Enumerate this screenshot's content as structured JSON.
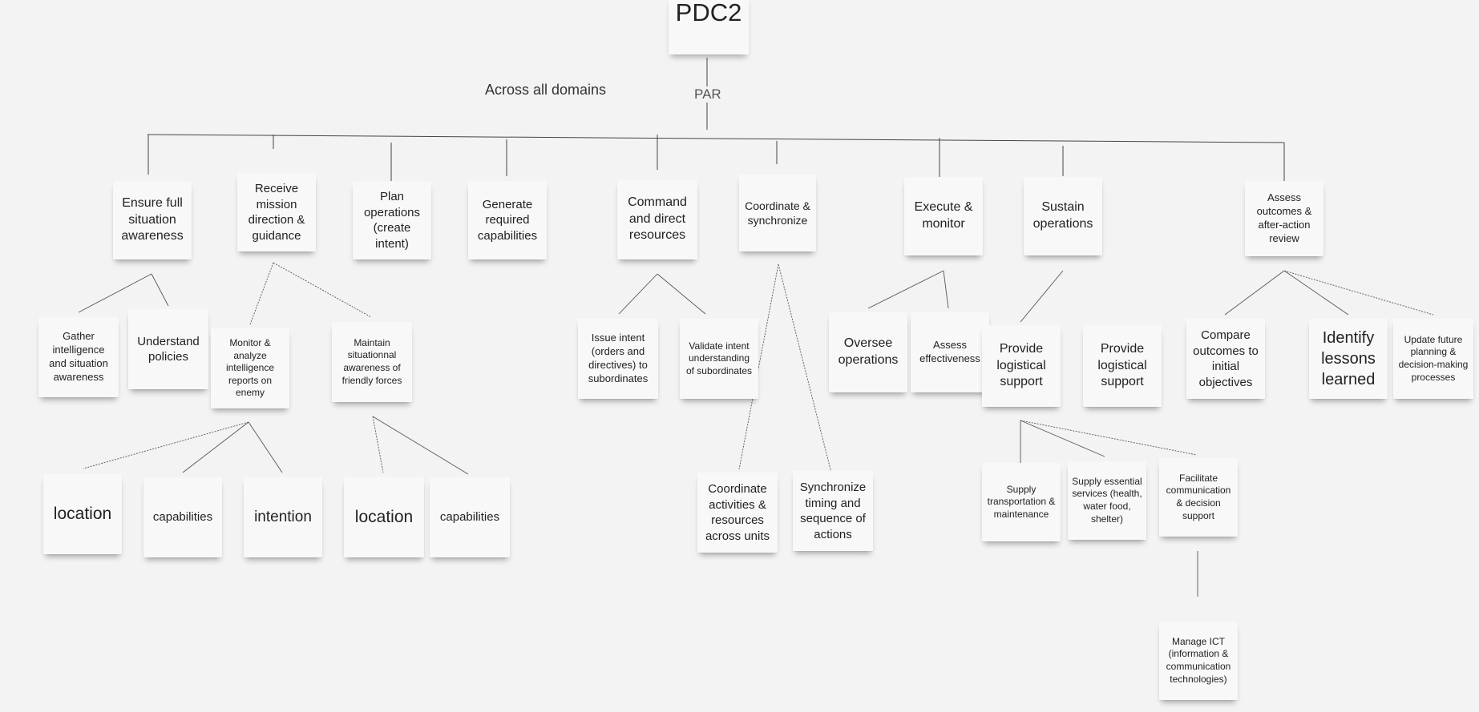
{
  "diagram": {
    "title": "PDC2",
    "root_link_label": "PAR",
    "scope_label": "Across all domains",
    "notes": {
      "ensure": "Ensure full situation awareness",
      "receive": "Receive mission direction & guidance",
      "plan": "Plan operations (create intent)",
      "generate": "Generate required capabilities",
      "command": "Command and direct resources",
      "coordinate": "Coordinate & synchronize",
      "execute": "Execute & monitor",
      "sustain": "Sustain operations",
      "assess": "Assess outcomes & after-action review",
      "gather": "Gather intelligence and situation awareness",
      "understand": "Understand policies",
      "monitor": "Monitor & analyze intelligence reports on enemy",
      "maintain": "Maintain situationnal awareness of friendly forces",
      "issue": "Issue intent (orders and directives) to subordinates",
      "validate": "Validate intent understanding of subordinates",
      "oversee": "Oversee operations",
      "assess_eff": "Assess effectiveness",
      "provide1": "Provide logistical support",
      "provide2": "Provide logistical support",
      "compare": "Compare outcomes to initial objectives",
      "identify": "Identify lessons learned",
      "update": "Update future planning & decision-making processes",
      "loc1": "location",
      "cap1": "capabilities",
      "intention": "intention",
      "loc2": "location",
      "cap2": "capabilities",
      "coord_act": "Coordinate activities & resources across units",
      "sync_timing": "Synchronize timing and sequence of actions",
      "supply_trans": "Supply transportation & maintenance",
      "supply_ess": "Supply essential services (health, water food, shelter)",
      "facilitate": "Facilitate communication & decision support",
      "manage_ict": "Manage ICT (information & communication technologies)"
    },
    "colors": {
      "background": "#f3f3f3",
      "note": "#f8f8f8",
      "line": "#444444"
    }
  }
}
